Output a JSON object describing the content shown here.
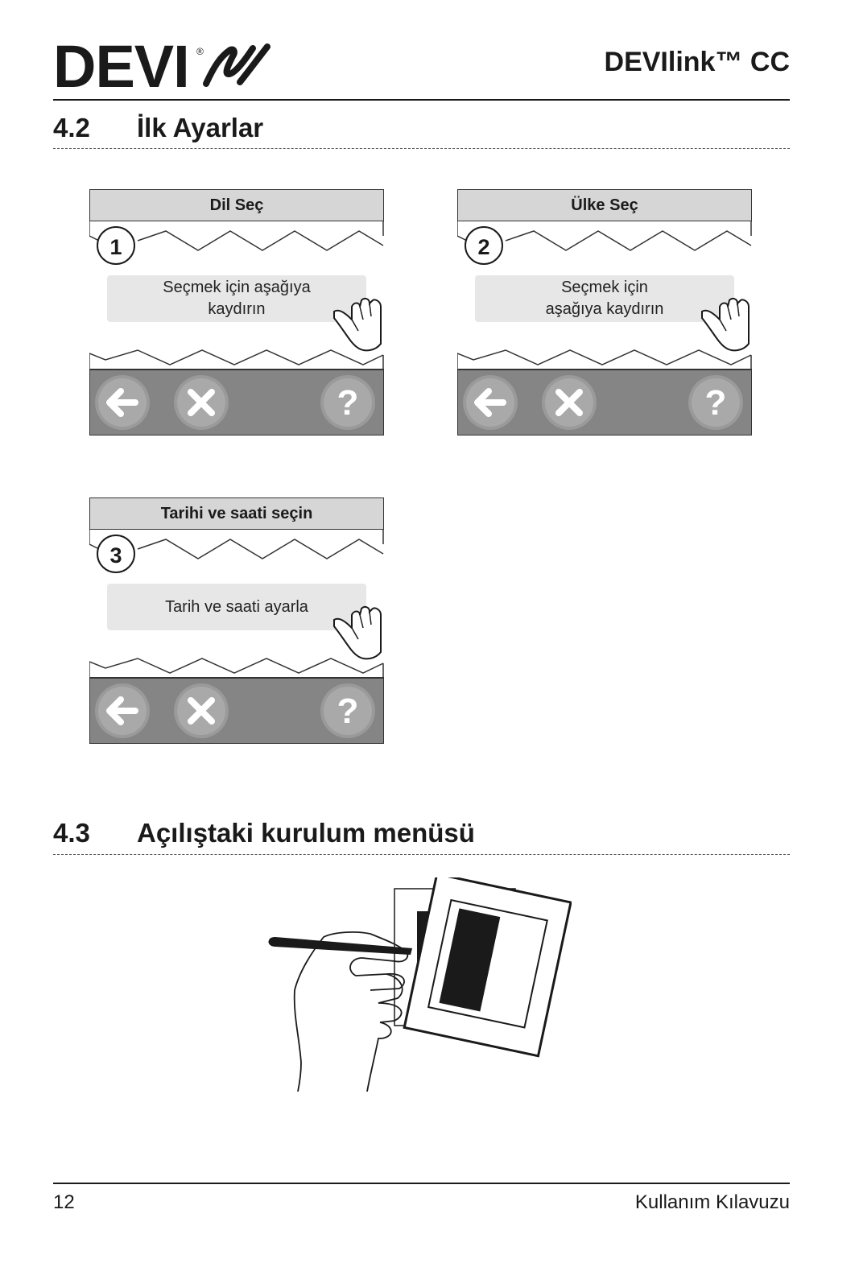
{
  "header": {
    "brand": "DEVI",
    "product": "DEVIlink™ CC"
  },
  "section_42": {
    "number": "4.2",
    "title": "İlk Ayarlar"
  },
  "screens": [
    {
      "title": "Dil Seç",
      "step": "1",
      "prompt": "Seçmek için aşağıya\nkaydırın"
    },
    {
      "title": "Ülke Seç",
      "step": "2",
      "prompt": "Seçmek için\naşağıya kaydırın"
    },
    {
      "title": "Tarihi ve saati seçin",
      "step": "3",
      "prompt": "Tarih ve saati ayarla"
    }
  ],
  "nav_icons": [
    "back-arrow-icon",
    "close-icon",
    "help-icon"
  ],
  "section_43": {
    "number": "4.3",
    "title": "Açılıştaki kurulum menüsü"
  },
  "footer": {
    "page_number": "12",
    "doc_title": "Kullanım Kılavuzu"
  }
}
